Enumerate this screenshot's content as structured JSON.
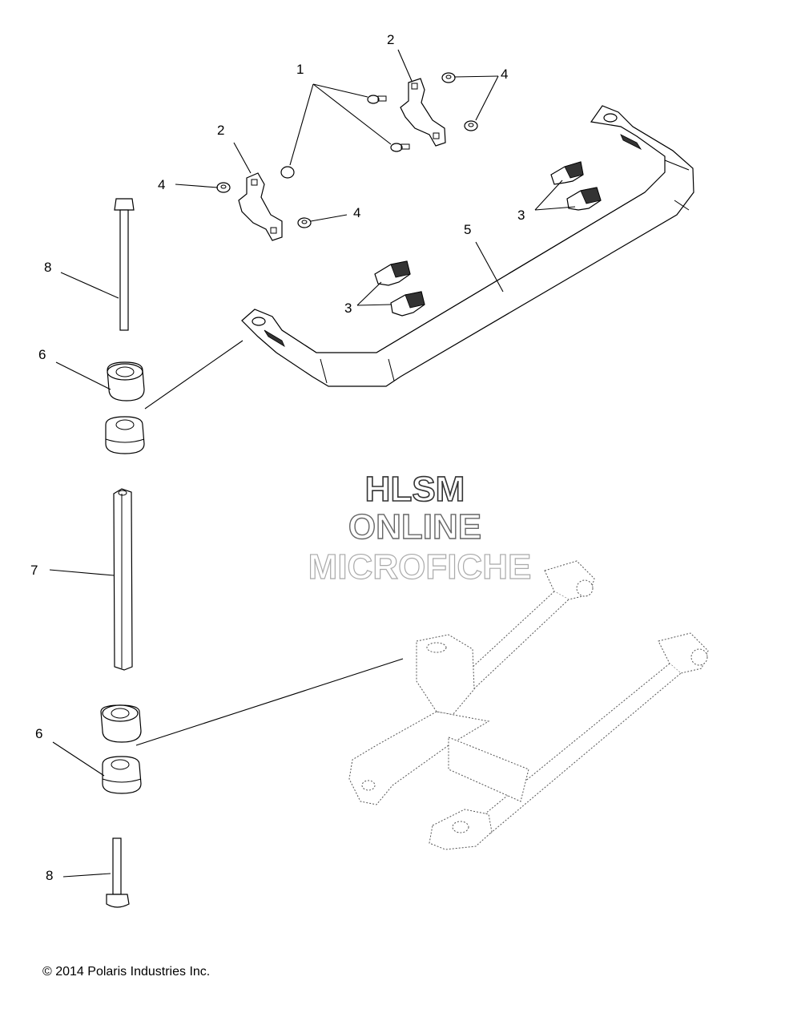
{
  "callouts": {
    "n1": "1",
    "n2a": "2",
    "n2b": "2",
    "n3a": "3",
    "n3b": "3",
    "n4a": "4",
    "n4b": "4",
    "n4c": "4",
    "n5": "5",
    "n6a": "6",
    "n6b": "6",
    "n7": "7",
    "n8a": "8",
    "n8b": "8"
  },
  "watermark": {
    "line1": "HLSM",
    "line2": "ONLINE",
    "line3": "MICROFICHE"
  },
  "copyright": "© 2014 Polaris Industries Inc."
}
